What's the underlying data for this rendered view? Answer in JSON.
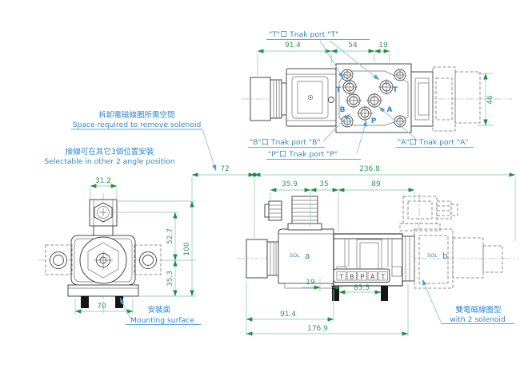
{
  "colors": {
    "drawing_line": "#474747",
    "dimension_line": "#9ed3b5",
    "dimension_text": "#2d9e54",
    "dimension_arrow": "#18923f",
    "label_blue": "#2f88c9",
    "feet_black": "#161616",
    "background": "#ffffff"
  },
  "annotations": {
    "remove_space": {
      "zh": "拆卸電磁線圈所需空間",
      "en": "Space required to remove solenoid"
    },
    "angle": {
      "zh": "接線可在其它3個位置安裝",
      "en": "Selectable in other 2 angle position"
    },
    "mounting": {
      "zh": "安裝面",
      "en": "Mounting surface"
    },
    "two_solenoid": {
      "zh": "雙電磁線圈型",
      "en": "with 2 solenoid"
    }
  },
  "top_view": {
    "labels": {
      "port_t": "\"T\"口 Tnak port \"T\"",
      "port_b": "\"B\"口 Tnak port \"B\"",
      "port_p": "\"P\"口 Tnak port \"P\"",
      "port_a": "\"A\"口 Tnak port \"A\""
    },
    "ports": {
      "t1": "T",
      "t2": "T",
      "b": "B",
      "a": "A",
      "p": "P"
    },
    "dims": {
      "d914": "91.4",
      "d54": "54",
      "d19": "19",
      "d46": "46"
    }
  },
  "front_view": {
    "dims": {
      "d312": "31.2",
      "d527": "52.7",
      "d100": "100",
      "d353": "35.3",
      "d70": "70"
    }
  },
  "side_view": {
    "sol_a": {
      "prefix": "SOL",
      "letter": "a"
    },
    "sol_b": {
      "prefix": "SOL",
      "letter": "b"
    },
    "nameplate": [
      "T",
      "B",
      "P",
      "A",
      "T"
    ],
    "dims": {
      "d72": "72",
      "d2368": "236.8",
      "d359": "35.9",
      "d35": "35",
      "d89": "89",
      "d19": "19",
      "d855": "85.5",
      "d914": "91.4",
      "d1769": "176.9"
    }
  }
}
